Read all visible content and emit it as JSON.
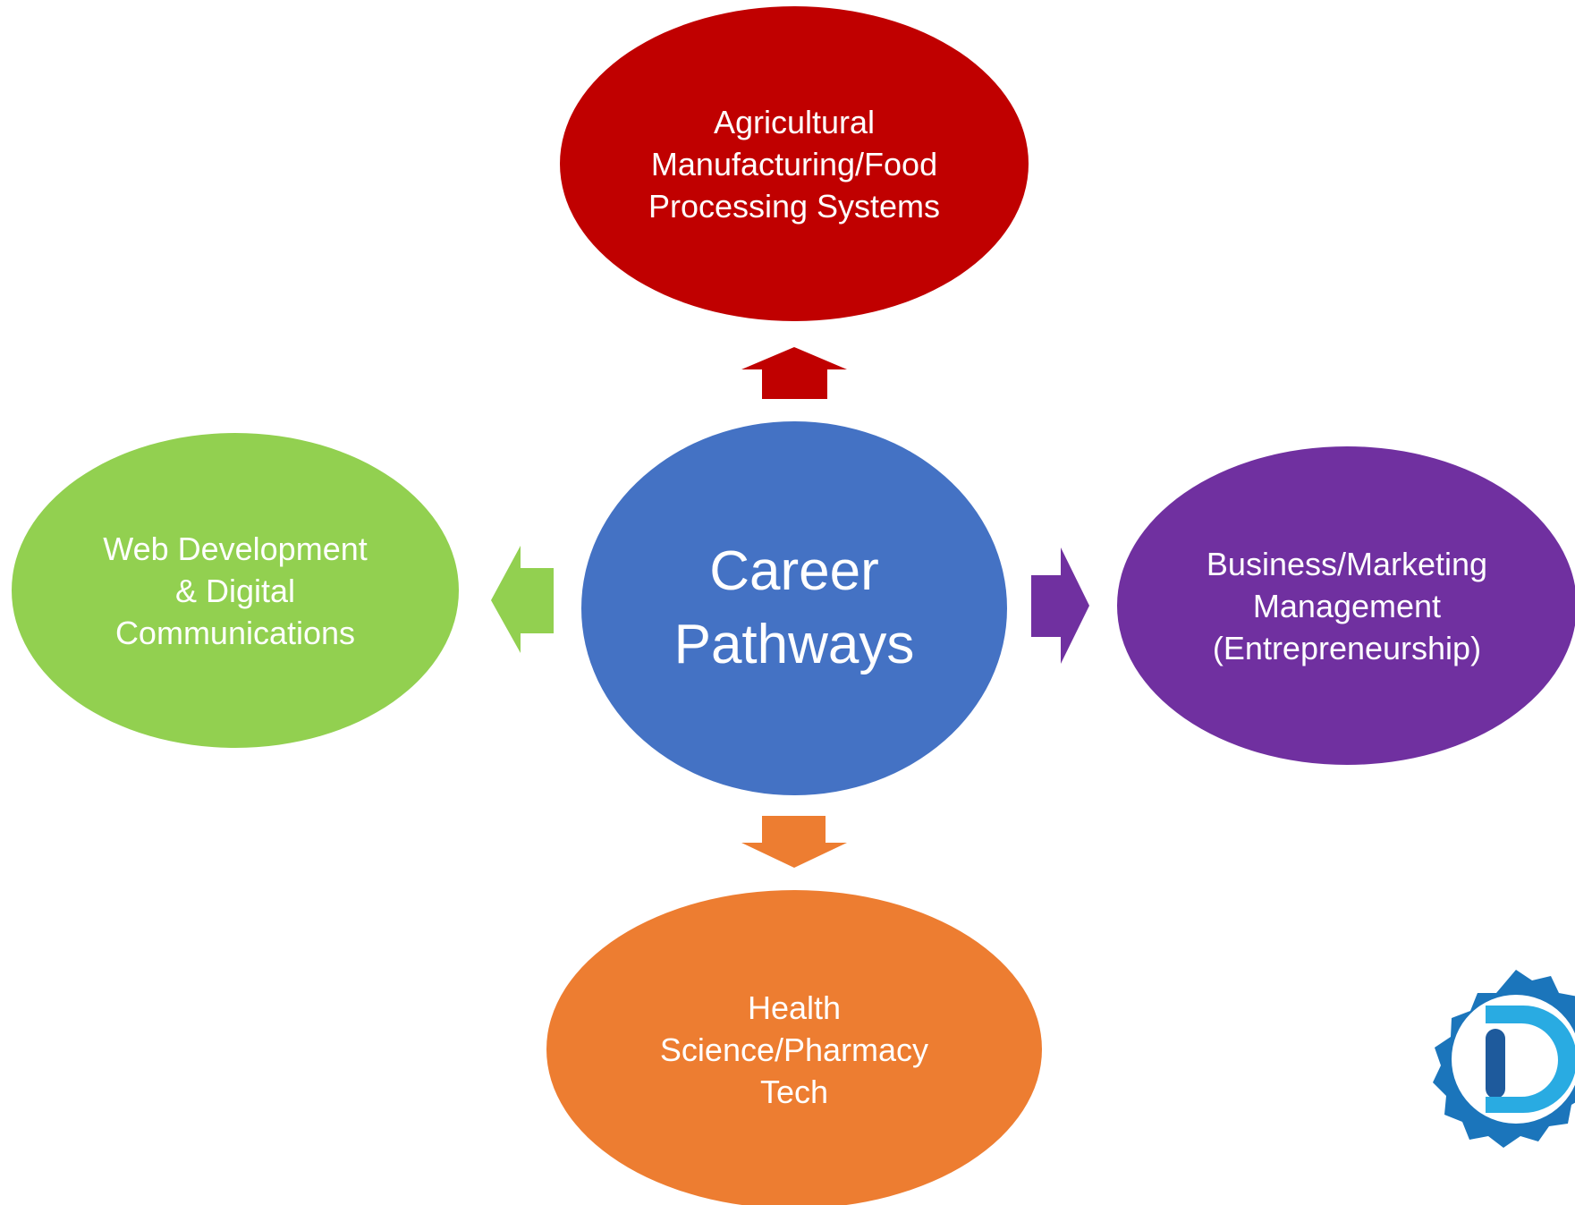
{
  "center": {
    "lines": [
      "Career",
      "Pathways"
    ],
    "color": "#4472C4"
  },
  "nodes": {
    "top": {
      "lines": [
        "Agricultural",
        "Manufacturing/Food",
        "Processing Systems"
      ],
      "color": "#C00000"
    },
    "right": {
      "lines": [
        "Business/Marketing",
        "Management",
        "(Entrepreneurship)"
      ],
      "color": "#7030A0"
    },
    "bottom": {
      "lines": [
        "Health",
        "Science/Pharmacy",
        "Tech"
      ],
      "color": "#ED7D31"
    },
    "left": {
      "lines": [
        "Web Development",
        "& Digital",
        "Communications"
      ],
      "color": "#92D050"
    }
  },
  "logo": {
    "icon": "badge-d-logo-icon",
    "colors": {
      "ring": "#1B75BB",
      "letter_dark": "#1E5A9C",
      "letter_light": "#29ABE2"
    }
  }
}
